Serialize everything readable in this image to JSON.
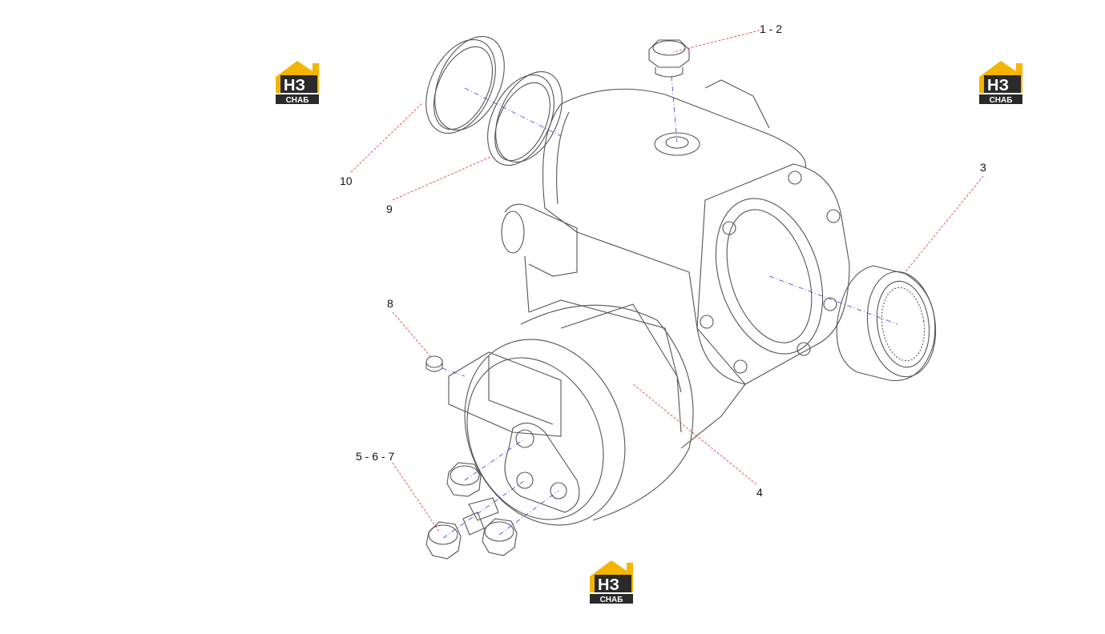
{
  "callouts": {
    "c1": "1 - 2",
    "c3": "3",
    "c4": "4",
    "c5": "5 - 6 - 7",
    "c8": "8",
    "c9": "9",
    "c10": "10"
  },
  "logo": {
    "letters": "НЗ",
    "word": "СНАБ",
    "accent": "#f5b400",
    "dark": "#2a2a2a"
  },
  "colors": {
    "line": "#555555",
    "leader": "#e0303a",
    "axis": "#3b3bd6"
  }
}
